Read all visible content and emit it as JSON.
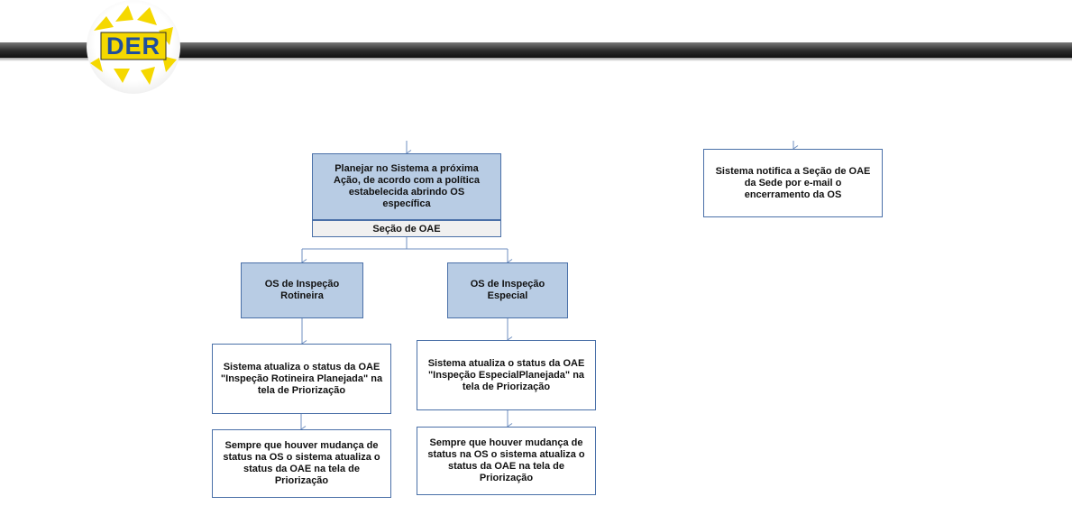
{
  "logo": {
    "text": "DER",
    "colors": {
      "yellow": "#f5d800",
      "blue": "#1f4e9c",
      "dark": "#2a2a2a"
    }
  },
  "nodes": {
    "plan_action": "Planejar no Sistema a próxima Ação, de acordo com a política estabelecida abrindo OS específica",
    "section_label": "Seção de OAE",
    "os_routine": "OS de Inspeção Rotineira",
    "os_special": "OS de Inspeção Especial",
    "status_routine": "Sistema atualiza o status da OAE \"Inspeção Rotineira Planejada\" na tela de Priorização",
    "status_special": "Sistema atualiza o status da OAE \"Inspeção EspecialPlanejada\" na tela de Priorização",
    "change_routine": "Sempre que houver mudança de status na OS o sistema atualiza o status da OAE na tela de Priorização",
    "change_special": "Sempre que houver mudança de status na OS o sistema atualiza o status da OAE na tela de Priorização",
    "notify": "Sistema notifica a Seção de OAE da Sede  por e-mail o encerramento da  OS"
  },
  "colors": {
    "box_fill": "#b8cce4",
    "box_border": "#4a70a8",
    "connector": "#6f8fc0"
  }
}
